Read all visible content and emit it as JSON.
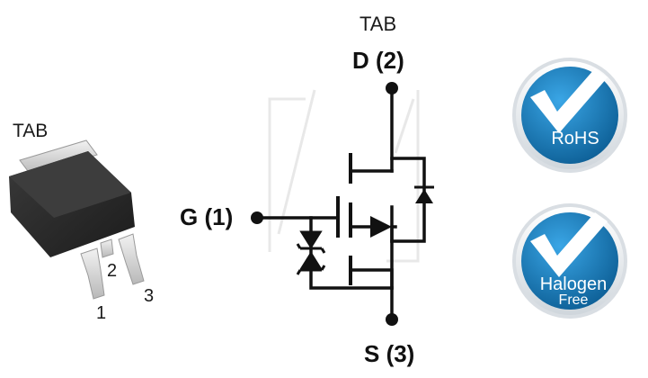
{
  "package": {
    "tab_label": "TAB",
    "pins": [
      "1",
      "2",
      "3"
    ]
  },
  "schematic": {
    "tab_label": "TAB",
    "drain_label": "D (2)",
    "gate_label": "G (1)",
    "source_label": "S (3)"
  },
  "badges": [
    {
      "name": "rohs-badge",
      "lines": [
        "RoHS"
      ],
      "icon": "checkmark-icon"
    },
    {
      "name": "halogen-free-badge",
      "lines": [
        "Halogen",
        "Free"
      ],
      "icon": "checkmark-icon"
    }
  ],
  "colors": {
    "badge_blue": "#1e88c8",
    "badge_dark": "#0d5f96",
    "package_body": "#2b2b2b",
    "tab_metal": "#d6d6d6",
    "wire": "#111111"
  }
}
